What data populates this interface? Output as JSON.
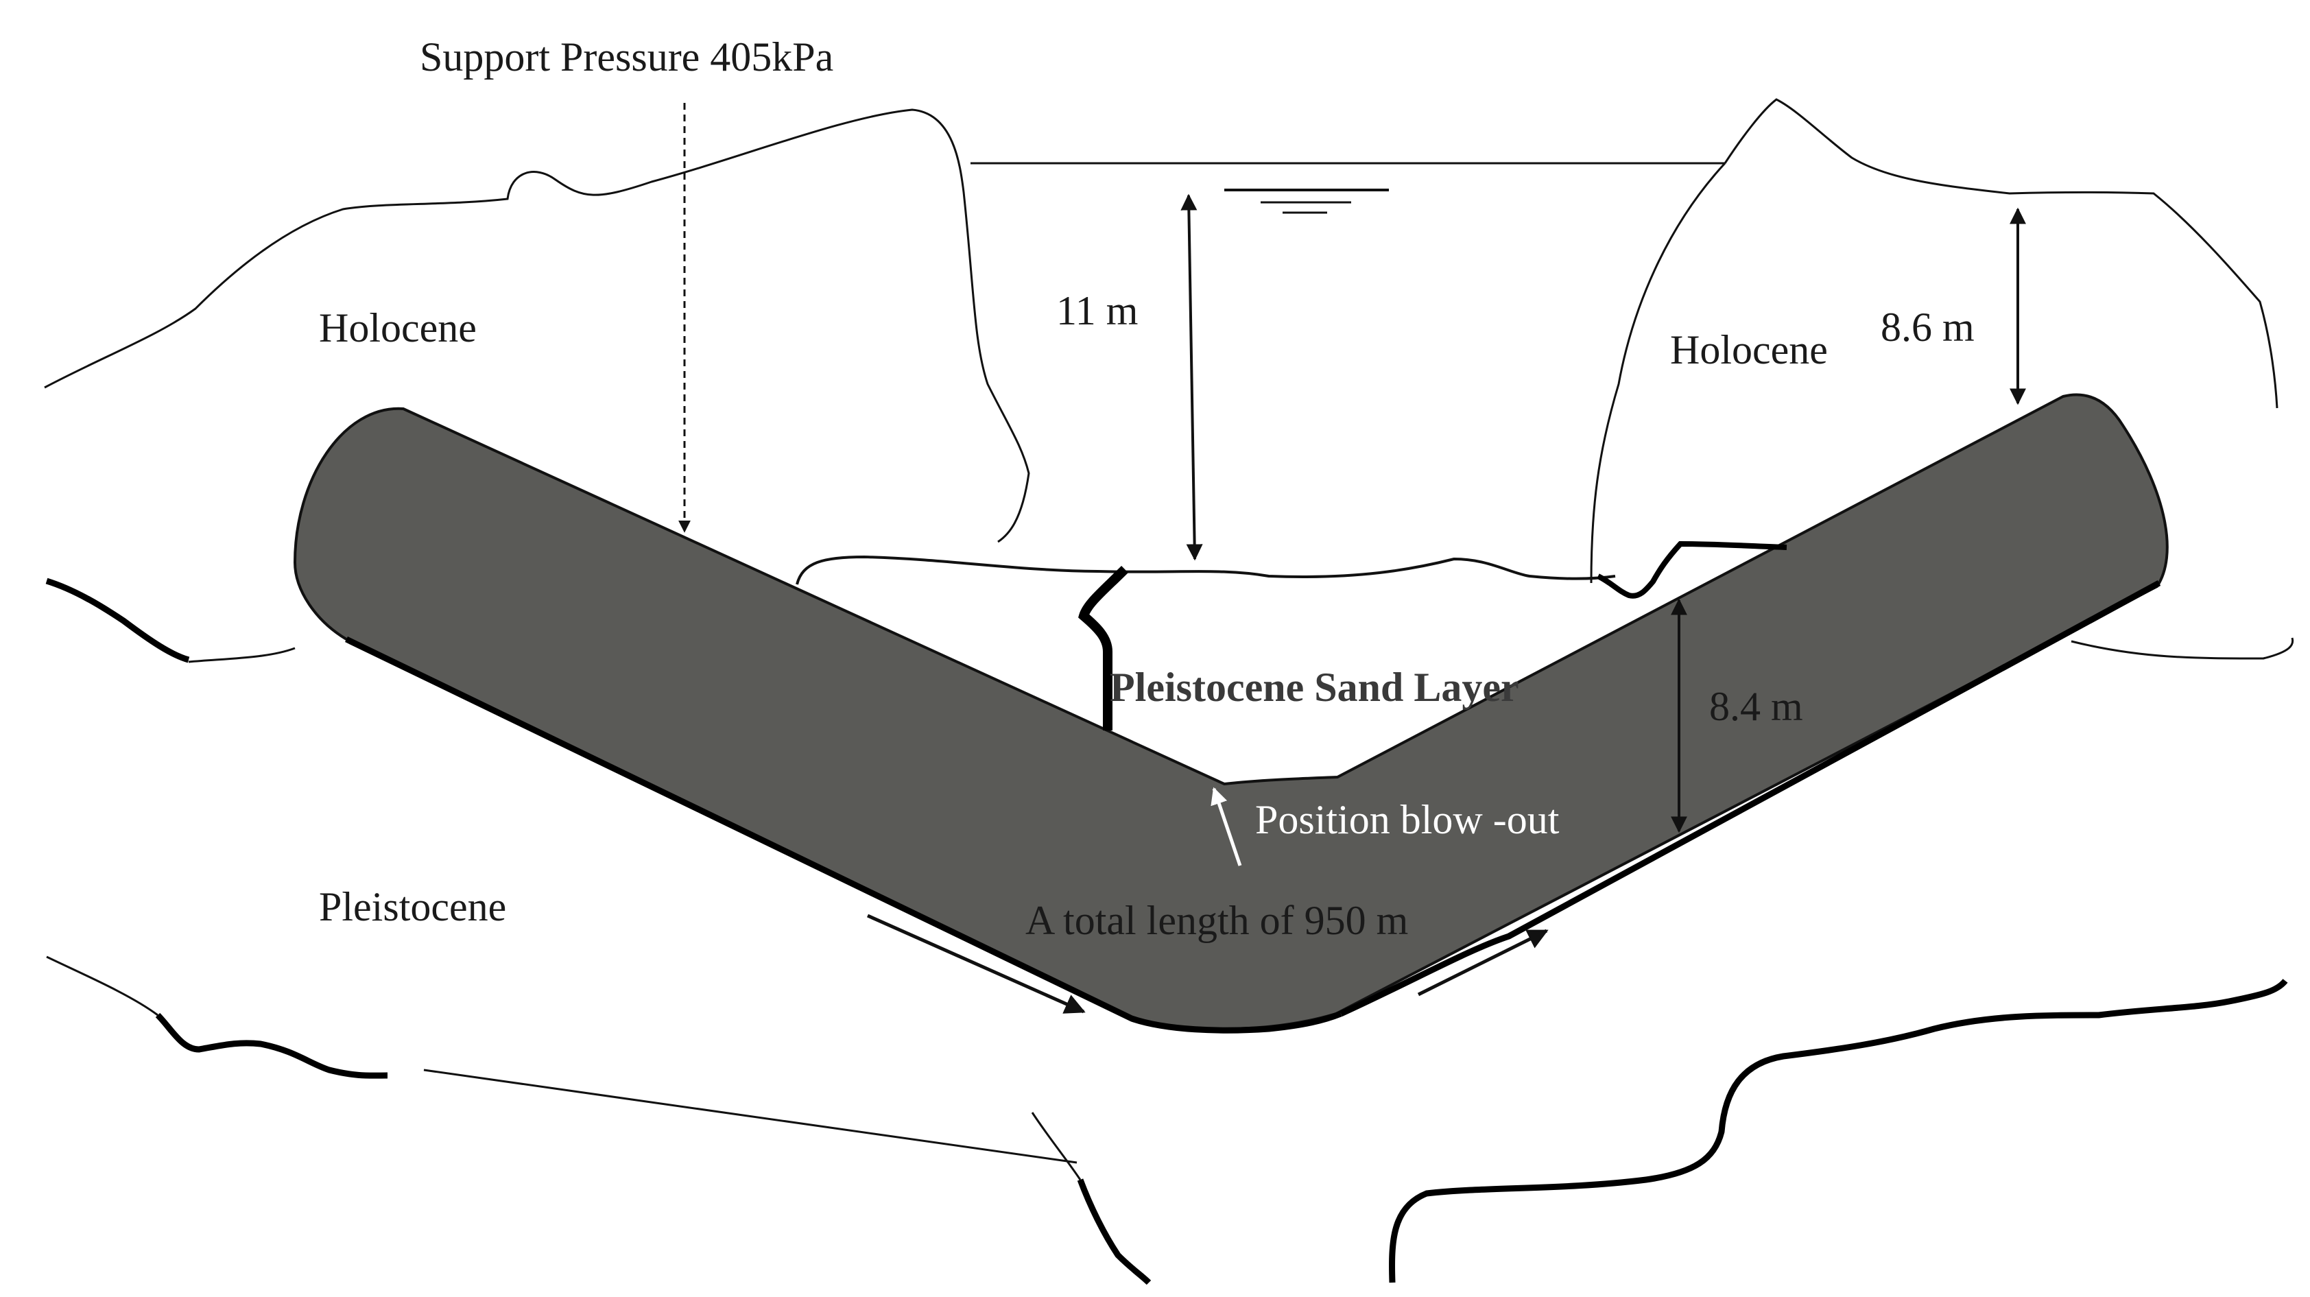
{
  "labels": {
    "support_pressure": "Support Pressure 405kPa",
    "holocene_left": "Holocene",
    "holocene_right": "Holocene",
    "depth_water": "11 m",
    "depth_right": "8.6 m",
    "sand_layer": "Pleistocene Sand Layer",
    "sand_thickness": "8.4 m",
    "blowout": "Position blow -out",
    "pleistocene": "Pleistocene",
    "total_length": "A total length of 950 m"
  },
  "colors": {
    "tunnel": "#5a5a57",
    "line": "#111111",
    "background": "#ffffff",
    "blowout_arrow": "#ffffff"
  }
}
